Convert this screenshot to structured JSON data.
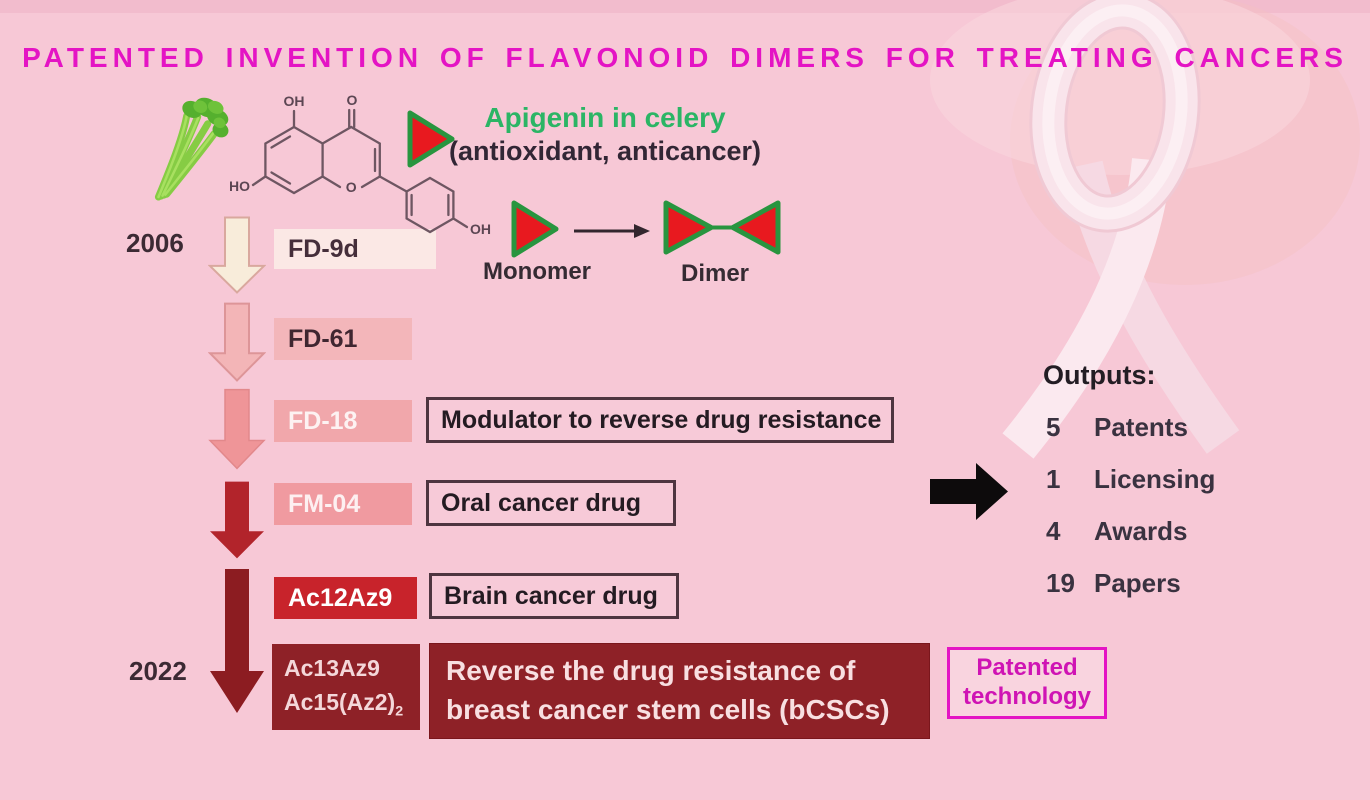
{
  "title": "PATENTED INVENTION OF FLAVONOID DIMERS FOR TREATING CANCERS",
  "apigenin": {
    "title": "Apigenin in celery",
    "subtitle": "(antioxidant, anticancer)",
    "atoms": {
      "oh_top": "OH",
      "o_ketone": "O",
      "ho_left": "HO",
      "o_ring": "O",
      "oh_right": "OH"
    }
  },
  "monomer_dimer": {
    "monomer_label": "Monomer",
    "dimer_label": "Dimer"
  },
  "timeline": {
    "start_year": "2006",
    "end_year": "2022",
    "stages": [
      {
        "code": "FD-9d"
      },
      {
        "code": "FD-61"
      },
      {
        "code": "FD-18",
        "note": "Modulator to reverse drug resistance"
      },
      {
        "code": "FM-04",
        "note": "Oral cancer drug"
      },
      {
        "code": "Ac12Az9",
        "note": "Brain cancer drug"
      },
      {
        "code_line1": "Ac13Az9",
        "code_line2_base": "Ac15(Az2)",
        "code_line2_sub": "2",
        "note_line1": "Reverse the drug resistance of",
        "note_line2": "breast cancer stem cells (bCSCs)"
      }
    ]
  },
  "outputs": {
    "heading": "Outputs:",
    "items": [
      {
        "count": "5",
        "label": "Patents"
      },
      {
        "count": "1",
        "label": "Licensing"
      },
      {
        "count": "4",
        "label": "Awards"
      },
      {
        "count": "19",
        "label": "Papers"
      }
    ]
  },
  "patented_box": {
    "line1": "Patented",
    "line2": "technology"
  },
  "colors": {
    "background": "#f7c8d6",
    "title_magenta": "#e414c4",
    "apigenin_green": "#2bb565",
    "triangle_red": "#e8191f",
    "triangle_green": "#28953f",
    "arrow_stage_fills": [
      "#f8ecda",
      "#f3b5b7",
      "#ef9598",
      "#b2242b",
      "#8c1c21"
    ],
    "stage_label_bg": [
      "#fbe8e5",
      "#f3b6ba",
      "#f1a7ab",
      "#f09aa0",
      "#c8232b",
      "#8e2127"
    ],
    "dark_red_box": "#8e2127",
    "note_box_border": "#4e3540",
    "output_arrow_black": "#0d0b0c"
  }
}
